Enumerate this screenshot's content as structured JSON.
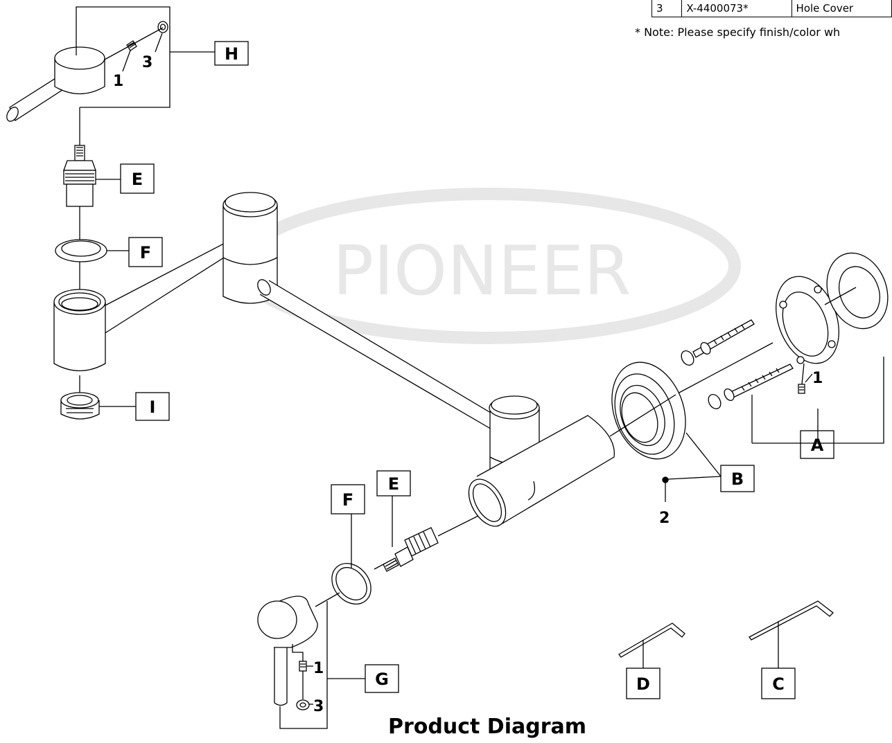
{
  "parts_table": {
    "rows": [
      {
        "no": "3",
        "code": "X-4400073*",
        "desc": "Hole Cover"
      }
    ]
  },
  "note": "* Note: Please specify finish/color wh",
  "watermark": "PIONEER",
  "title": "Product Diagram",
  "callouts": {
    "A": "A",
    "B": "B",
    "C": "C",
    "D": "D",
    "E_top": "E",
    "E_bottom": "E",
    "F_top": "F",
    "F_bottom": "F",
    "G": "G",
    "H": "H",
    "I": "I"
  },
  "part_numbers": {
    "h_set_screw": "1",
    "h_cap": "3",
    "flange_screw": "1",
    "ring_screw": "2",
    "g_set_screw": "1",
    "g_cap": "3"
  },
  "colors": {
    "line": "#000000",
    "watermark": "#e7e7e7",
    "background": "#ffffff"
  }
}
